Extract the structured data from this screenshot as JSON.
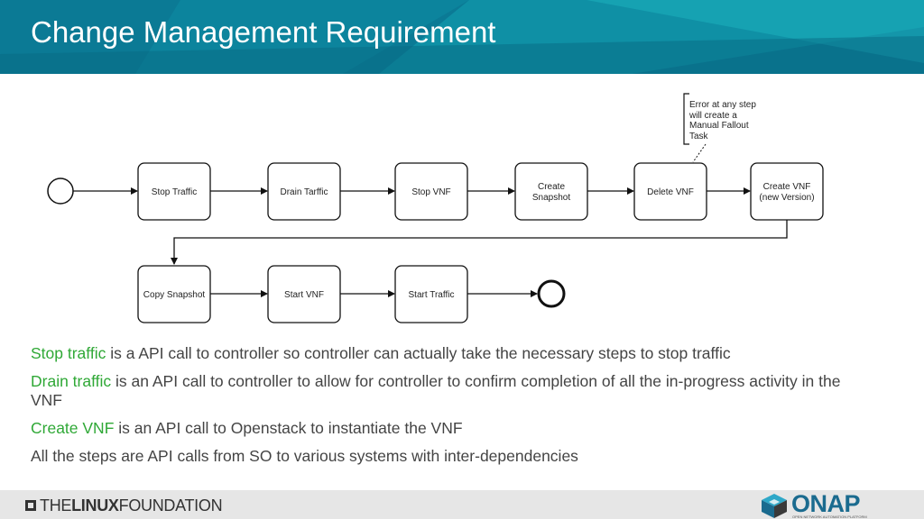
{
  "header": {
    "title": "Change Management Requirement"
  },
  "diagram": {
    "note": [
      "Error at any step",
      "will create a",
      "Manual Fallout",
      "Task"
    ],
    "steps_row1": [
      [
        "Stop Traffic"
      ],
      [
        "Drain Tarffic"
      ],
      [
        "Stop VNF"
      ],
      [
        "Create",
        "Snapshot"
      ],
      [
        "Delete VNF"
      ],
      [
        "Create VNF",
        "(new Version)"
      ]
    ],
    "steps_row2": [
      [
        "Copy Snapshot"
      ],
      [
        "Start VNF"
      ],
      [
        "Start Traffic"
      ]
    ]
  },
  "body": {
    "line1_hl": "Stop traffic",
    "line1_rest": " is a API call to controller so controller can actually take the necessary steps to stop traffic",
    "line2_hl": "Drain traffic",
    "line2_rest": " is an API call to controller to allow for controller to confirm completion of all the in-progress activity in the VNF",
    "line3_hl": "Create VNF",
    "line3_rest": " is an API call to Openstack to instantiate the VNF",
    "line4": "All the steps are API calls from SO to various systems with inter-dependencies"
  },
  "footer": {
    "lf_the": "THE",
    "lf_linux": "LINUX",
    "lf_foundation": "FOUNDATION",
    "onap": "ONAP",
    "onap_sub": "OPEN NETWORK AUTOMATION PLATFORM"
  },
  "colors": {
    "banner": "#0b7a95",
    "highlight": "#2fa836",
    "onap": "#1b6b8f"
  }
}
